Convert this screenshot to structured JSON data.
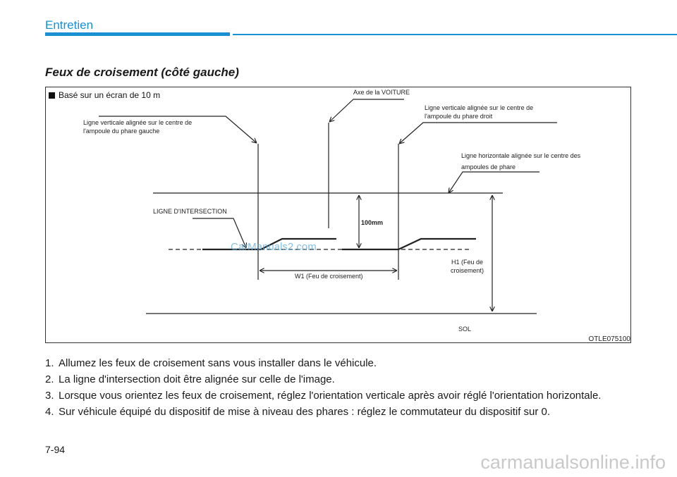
{
  "header": {
    "section": "Entretien"
  },
  "figure": {
    "title": "Feux de croisement (côté gauche)",
    "note": "Basé sur un écran de 10 m",
    "labels": {
      "axe": "Axe de la VOITURE",
      "left_lamp": [
        "Ligne verticale alignée sur le centre de",
        "l'ampoule du phare gauche"
      ],
      "right_lamp": [
        "Ligne verticale alignée sur le centre de",
        "l'ampoule du phare droit"
      ],
      "horizontal": [
        "Ligne horizontale alignée sur le centre des",
        "ampoules de phare"
      ],
      "intersection": "LIGNE D'INTERSECTION",
      "dim_100": "100mm",
      "w1": "W1 (Feu de croisement)",
      "h1": [
        "H1 (Feu de",
        "croisement)"
      ],
      "sol": "SOL"
    },
    "code": "OTLE075100",
    "watermark": "CarManuals2.com"
  },
  "steps": [
    {
      "num": "1.",
      "text": "Allumez les feux de croisement sans vous installer dans le véhicule."
    },
    {
      "num": "2.",
      "text": "La ligne d'intersection doit être alignée sur celle de l'image."
    },
    {
      "num": "3.",
      "text": "Lorsque vous orientez les feux de croisement, réglez l'orientation verticale après avoir réglé l'orientation horizontale."
    },
    {
      "num": "4.",
      "text": "Sur véhicule équipé du dispositif de mise à niveau des phares : réglez le commutateur du dispositif sur 0."
    }
  ],
  "page_number": "7-94",
  "footer_watermark": "carmanualsonline.info",
  "colors": {
    "accent": "#1a8fd1"
  }
}
